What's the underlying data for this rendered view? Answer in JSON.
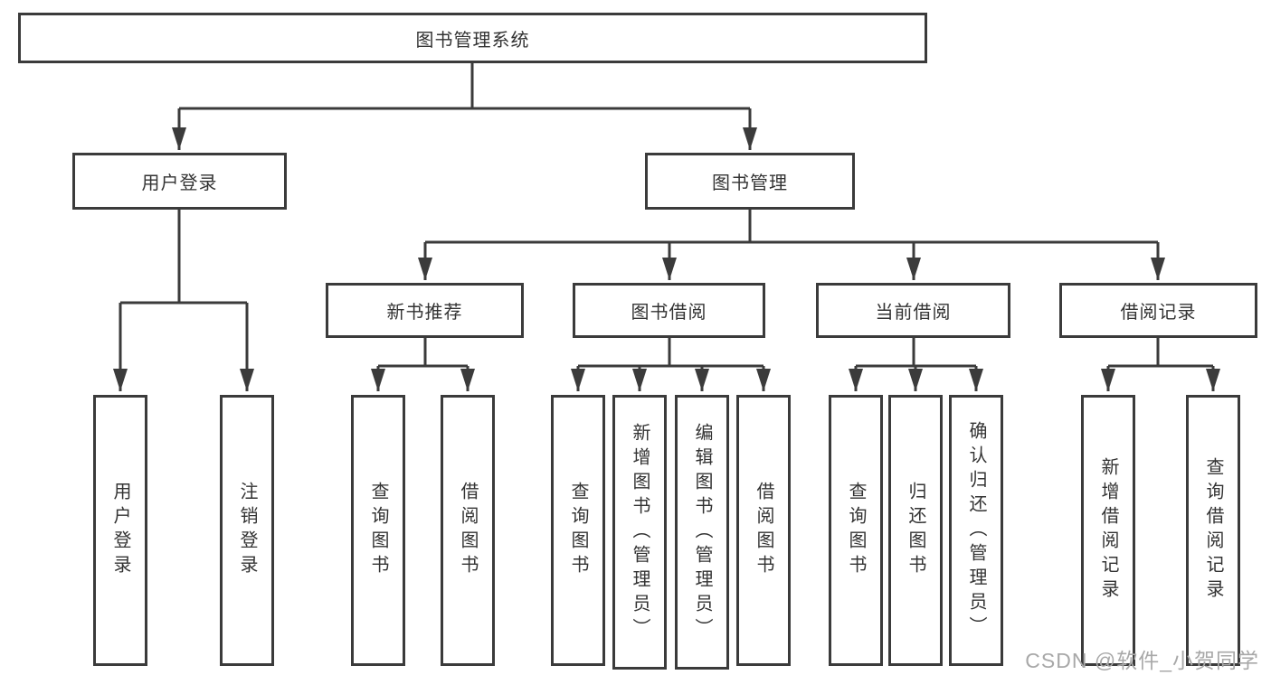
{
  "diagram_title": "图书管理系统",
  "tree": {
    "root": {
      "label": "图书管理系统"
    },
    "branches": [
      {
        "label": "用户登录",
        "children": [
          {
            "label": "用户登录"
          },
          {
            "label": "注销登录"
          }
        ]
      },
      {
        "label": "图书管理",
        "children": [
          {
            "label": "新书推荐",
            "children": [
              {
                "label": "查询图书"
              },
              {
                "label": "借阅图书"
              }
            ]
          },
          {
            "label": "图书借阅",
            "children": [
              {
                "label": "查询图书"
              },
              {
                "label": "新增图书（管理员）"
              },
              {
                "label": "编辑图书（管理员）"
              },
              {
                "label": "借阅图书"
              }
            ]
          },
          {
            "label": "当前借阅",
            "children": [
              {
                "label": "查询图书"
              },
              {
                "label": "归还图书"
              },
              {
                "label": "确认归还（管理员）"
              }
            ]
          },
          {
            "label": "借阅记录",
            "children": [
              {
                "label": "新增借阅记录"
              },
              {
                "label": "查询借阅记录"
              }
            ]
          }
        ]
      }
    ]
  },
  "watermark": {
    "text": "CSDN @软件_小贺同学"
  },
  "colors": {
    "background": "#ffffff",
    "line": "#3b3b3b",
    "box_border": "#3b3b3b",
    "text": "#333333",
    "watermark": "#a8a8a8"
  }
}
